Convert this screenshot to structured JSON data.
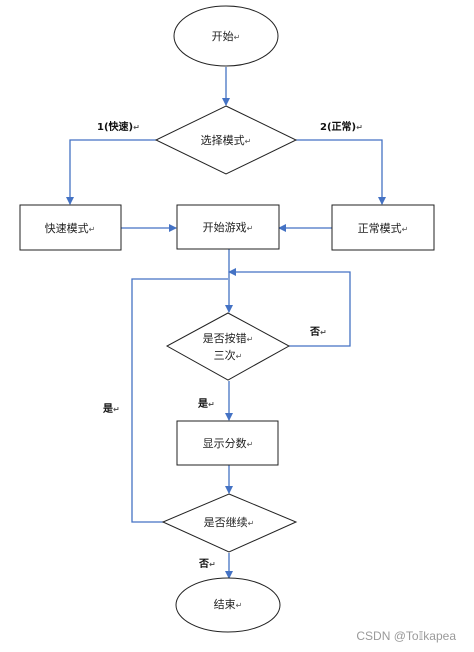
{
  "nodes": {
    "start": "开始",
    "select_mode": "选择模式",
    "fast_mode": "快速模式",
    "normal_mode": "正常模式",
    "start_game": "开始游戏",
    "wrong_three_line1": "是否按错",
    "wrong_three_line2": "三次",
    "show_score": "显示分数",
    "continue_q": "是否继续",
    "end": "结束"
  },
  "edge_labels": {
    "fast": "1(快速)",
    "normal": "2(正常)",
    "no_wrong": "否",
    "yes_wrong": "是",
    "yes_continue": "是",
    "no_continue": "否"
  },
  "paragraph_mark": "↵",
  "watermark": "CSDN @To𝕀kapea",
  "colors": {
    "arrow": "#4472c4",
    "stroke": "#222222"
  }
}
